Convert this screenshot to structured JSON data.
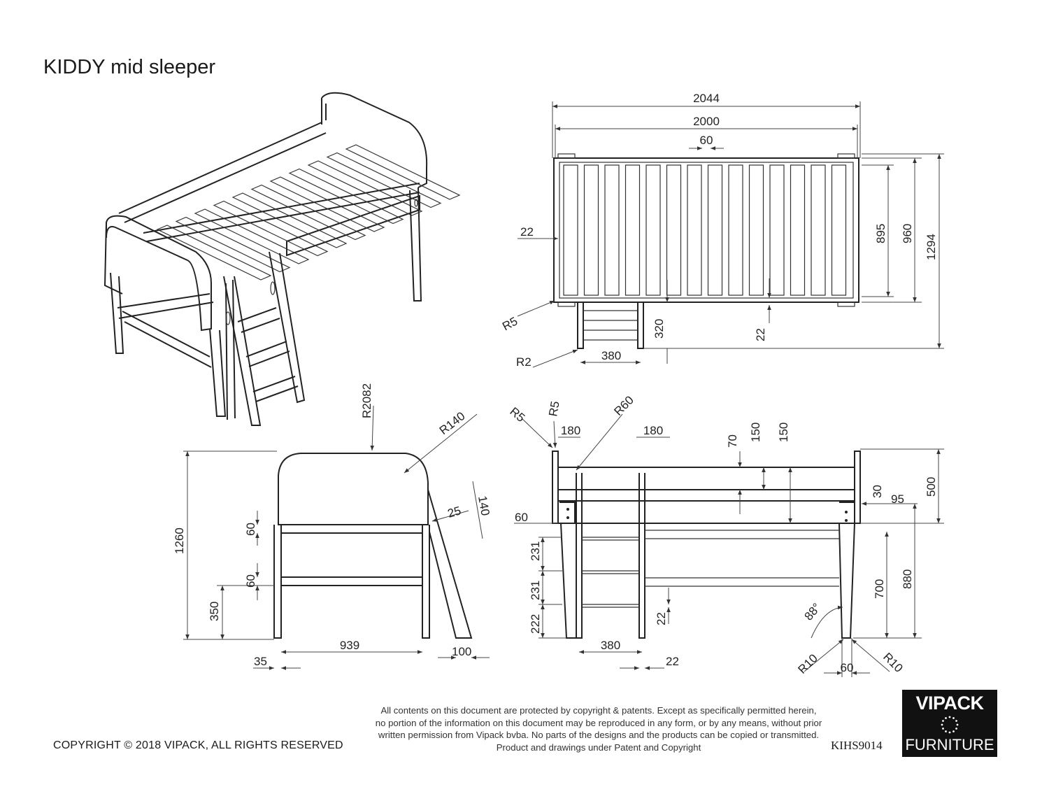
{
  "title": "KIDDY mid sleeper",
  "dimensions": {
    "top_view": {
      "overall_length": "2044",
      "inner_length": "2000",
      "center_gap": "60",
      "side_rail": "22",
      "corner_radius_r5": "R5",
      "corner_radius_r2": "R2",
      "slat_width": "895",
      "inner_width": "960",
      "overall_width": "1294",
      "ladder_offset": "320",
      "slat_gap": "22",
      "ladder_width": "380"
    },
    "end_view": {
      "top_radius": "R2082",
      "corner_radius": "R140",
      "total_height": "1260",
      "rail_height_top": "60",
      "rail_height_lower": "60",
      "lower_rail_height": "350",
      "inner_width": "939",
      "leg_offset": "35",
      "ladder_base": "100",
      "ladder_angle_1": "25",
      "ladder_angle_2": "140"
    },
    "side_view": {
      "radius_r5a": "R5",
      "radius_r5b": "R5",
      "radius_r60": "R60",
      "post_width_1": "180",
      "post_width_2": "180",
      "rail_70": "70",
      "rail_150a": "150",
      "rail_150b": "150",
      "top_board": "500",
      "offset_30": "30",
      "overhang_95": "95",
      "rail_60": "60",
      "step_231a": "231",
      "step_231b": "231",
      "step_222": "222",
      "ladder_width": "380",
      "tread_22a": "22",
      "tread_22b": "22",
      "deck_height": "700",
      "top_height": "880",
      "angle": "88°",
      "foot_r10a": "R10",
      "foot_r10b": "R10",
      "foot_width": "60"
    }
  },
  "footer": {
    "copyright": "COPYRIGHT © 2018 VIPACK, ALL RIGHTS RESERVED",
    "legal": "All contents on this document are protected by copyright & patents. Except as specifically permitted herein, no portion of the information on this document may be reproduced in any form, or by any means, without prior written permission from Vipack bvba. No parts of the designs and the products can be copied or transmitted. Product and drawings under Patent and Copyright",
    "product_code": "KIHS9014",
    "logo_top": "VIPACK",
    "logo_bottom": "FURNITURE"
  }
}
